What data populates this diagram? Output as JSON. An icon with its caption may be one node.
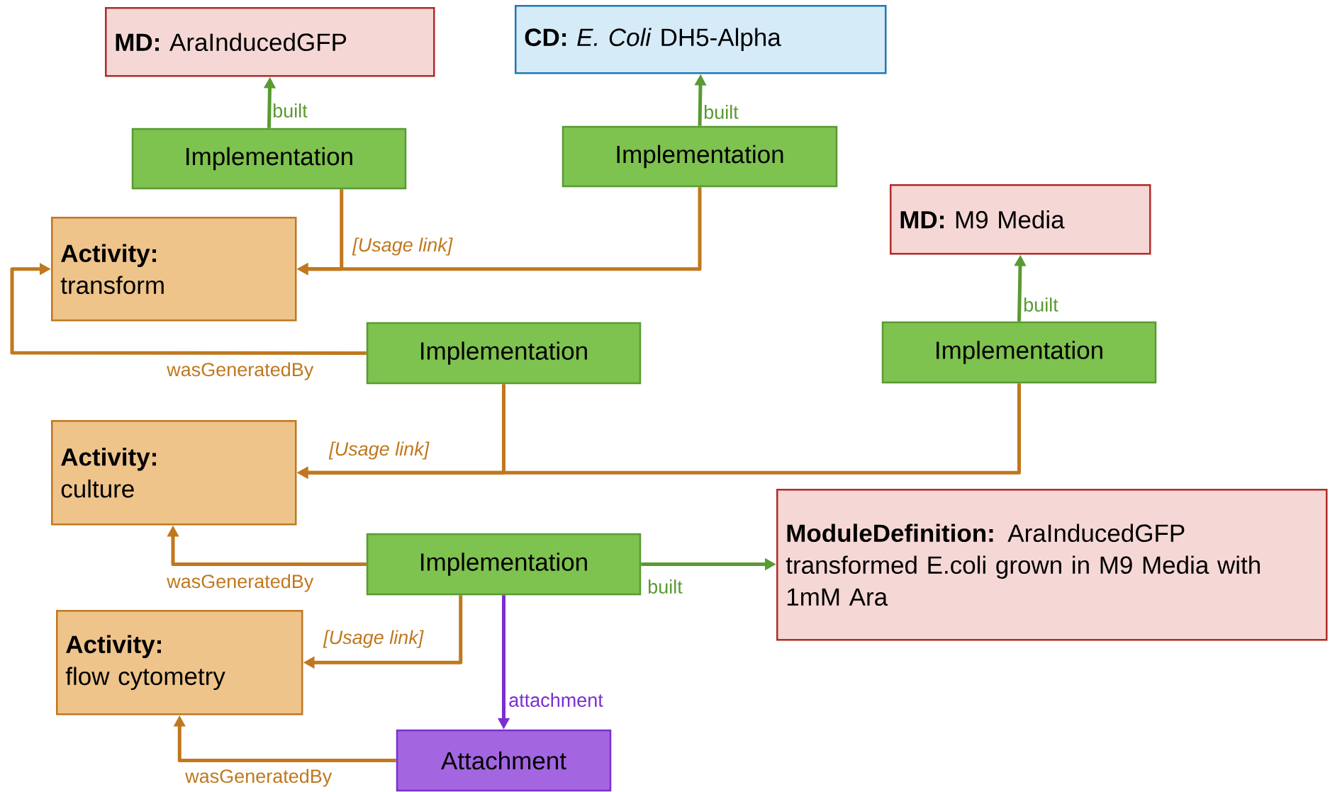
{
  "diagram": {
    "nodes": [
      {
        "text": [
          "**MD:** AraInducedGFP"
        ]
      },
      {
        "text": [
          "**CD:** *E. Coli* DH5-Alpha"
        ]
      },
      {
        "text": [
          "Implementation"
        ]
      },
      {
        "text": [
          "Implementation"
        ]
      },
      {
        "text": [
          "Activity:",
          "transform"
        ]
      },
      {
        "text": [
          "**MD:** M9 Media"
        ]
      },
      {
        "text": [
          "Implementation"
        ]
      },
      {
        "text": [
          "Implementation"
        ]
      },
      {
        "text": [
          "Activity:",
          "culture"
        ]
      },
      {
        "text": [
          "**ModuleDefinition:** AraInducedGFP transformed E.coli grown in M9 Media with 1mM Ara"
        ]
      },
      {
        "text": [
          "Implementation"
        ]
      },
      {
        "text": [
          "Activity:",
          "flow cytometry"
        ]
      },
      {
        "text": [
          "Attachment"
        ]
      }
    ],
    "edges": [
      {
        "from": 2,
        "to": 0,
        "arrow": "to",
        "label": "built",
        "color": "#5a9a32"
      },
      {
        "from": 3,
        "to": 1,
        "arrow": "to",
        "label": "built",
        "color": "#5a9a32"
      },
      {
        "from": 2,
        "to": 4,
        "arrow": "to",
        "label": "[Usage link]"
      },
      {
        "from": 3,
        "to": 4,
        "arrow": "to"
      },
      {
        "from": 6,
        "to": 4,
        "arrow": "to",
        "label": "wasGeneratedBy"
      },
      {
        "from": 7,
        "to": 5,
        "arrow": "to",
        "label": "built",
        "color": "#5a9a32"
      },
      {
        "from": 6,
        "to": 8,
        "arrow": "to",
        "label": "[Usage link]"
      },
      {
        "from": 7,
        "to": 8,
        "arrow": "to"
      },
      {
        "from": 10,
        "to": 8,
        "arrow": "to",
        "label": "wasGeneratedBy"
      },
      {
        "from": 10,
        "to": 9,
        "arrow": "to",
        "label": "built",
        "color": "#5a9a32"
      },
      {
        "from": 10,
        "to": 11,
        "arrow": "to",
        "label": "[Usage link]"
      },
      {
        "from": 10,
        "to": 12,
        "arrow": "to",
        "label": "attachment",
        "color": "#7b2fd0"
      },
      {
        "from": 12,
        "to": 11,
        "arrow": "to",
        "label": "wasGeneratedBy"
      }
    ]
  }
}
